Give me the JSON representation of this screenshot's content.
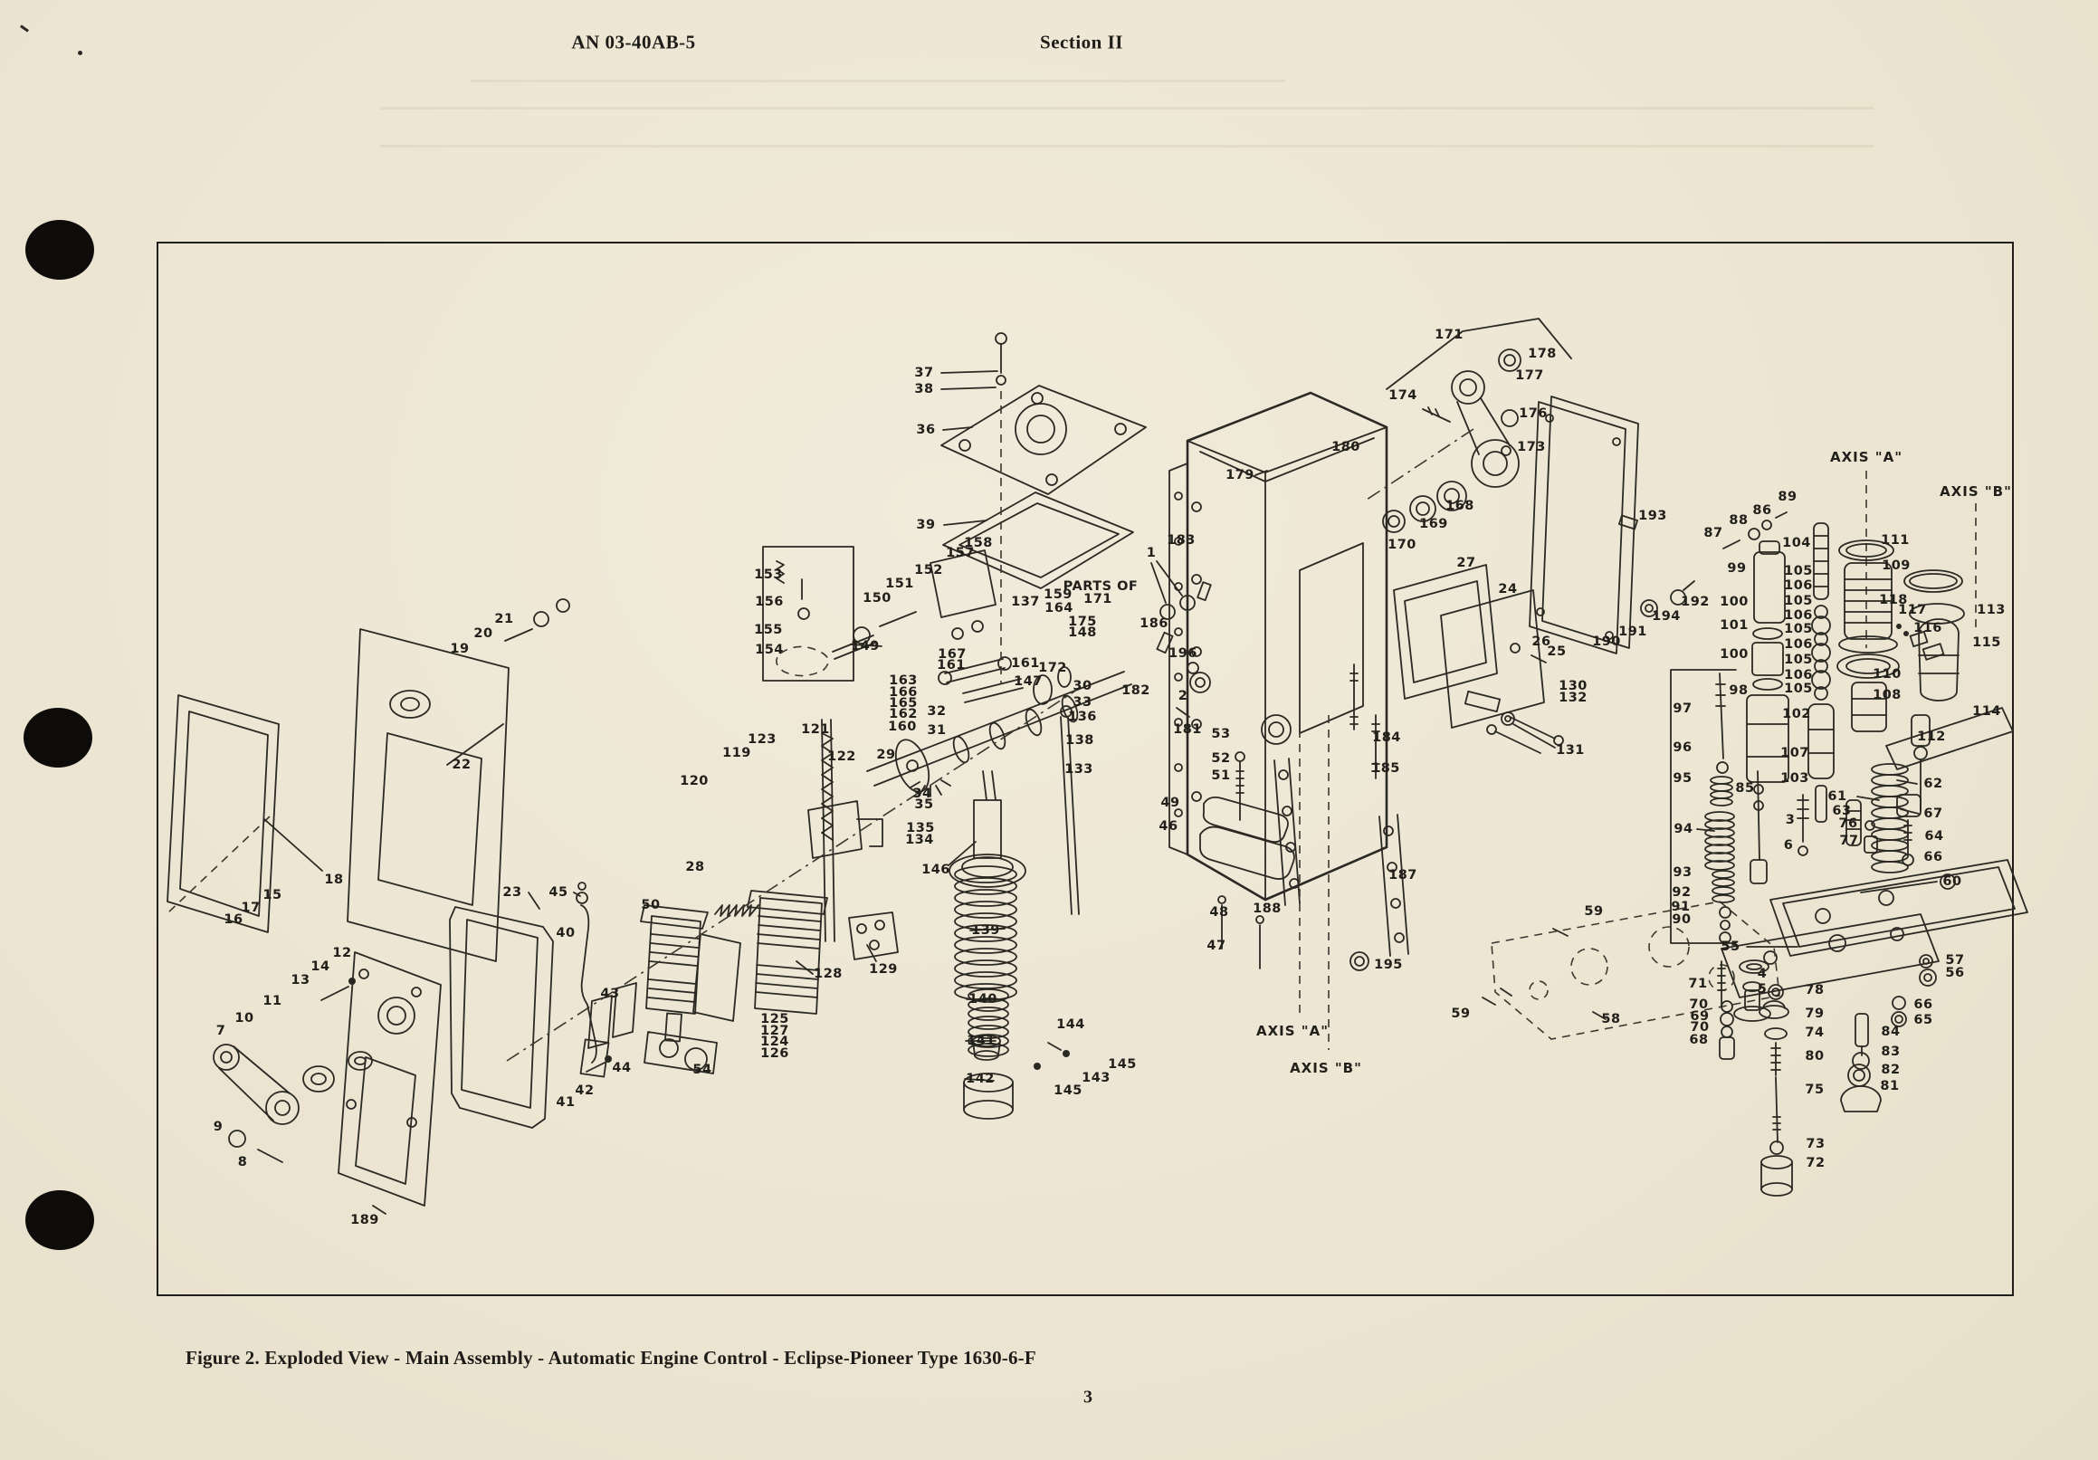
{
  "page": {
    "header_left": "AN 03-40AB-5",
    "header_right": "Section II",
    "caption": "Figure 2. Exploded View - Main Assembly - Automatic Engine Control - Eclipse-Pioneer Type 1630-6-F",
    "page_number": "3"
  },
  "figure": {
    "axis_labels": [
      [
        "AXIS \"A\"",
        2062,
        505
      ],
      [
        "AXIS \"B\"",
        2183,
        543
      ],
      [
        "AXIS \"A\"",
        1428,
        1139
      ],
      [
        "AXIS \"B\"",
        1465,
        1180
      ]
    ],
    "callouts": [
      [
        "37",
        1021,
        412
      ],
      [
        "38",
        1021,
        430
      ],
      [
        "36",
        1023,
        475
      ],
      [
        "39",
        1023,
        580
      ],
      [
        "153",
        849,
        635
      ],
      [
        "156",
        850,
        665
      ],
      [
        "155",
        849,
        696
      ],
      [
        "154",
        850,
        718
      ],
      [
        "149",
        956,
        714
      ],
      [
        "150",
        969,
        661
      ],
      [
        "151",
        994,
        645
      ],
      [
        "152",
        1026,
        630
      ],
      [
        "157",
        1061,
        611
      ],
      [
        "158",
        1081,
        600
      ],
      [
        "137",
        1133,
        665
      ],
      [
        "159",
        1169,
        657
      ],
      [
        "164",
        1170,
        672
      ],
      [
        "PARTS OF",
        1216,
        648
      ],
      [
        "171",
        1213,
        662
      ],
      [
        "175",
        1196,
        687
      ],
      [
        "148",
        1196,
        699
      ],
      [
        "167",
        1052,
        723
      ],
      [
        "161",
        1051,
        735
      ],
      [
        "161",
        1133,
        733
      ],
      [
        "172",
        1163,
        738
      ],
      [
        "147",
        1136,
        753
      ],
      [
        "163",
        998,
        752
      ],
      [
        "166",
        998,
        765
      ],
      [
        "165",
        998,
        777
      ],
      [
        "162",
        998,
        789
      ],
      [
        "160",
        997,
        803
      ],
      [
        "32",
        1035,
        786
      ],
      [
        "31",
        1035,
        807
      ],
      [
        "30",
        1196,
        758
      ],
      [
        "33",
        1196,
        776
      ],
      [
        "136",
        1196,
        792
      ],
      [
        "138",
        1193,
        818
      ],
      [
        "133",
        1192,
        850
      ],
      [
        "29",
        979,
        834
      ],
      [
        "34",
        1019,
        877
      ],
      [
        "35",
        1021,
        889
      ],
      [
        "135",
        1017,
        915
      ],
      [
        "134",
        1016,
        928
      ],
      [
        "146",
        1034,
        961
      ],
      [
        "139",
        1089,
        1028
      ],
      [
        "140",
        1086,
        1104
      ],
      [
        "141",
        1084,
        1150
      ],
      [
        "144",
        1183,
        1132
      ],
      [
        "145",
        1240,
        1176
      ],
      [
        "143",
        1211,
        1191
      ],
      [
        "145",
        1180,
        1205
      ],
      [
        "142",
        1083,
        1192
      ],
      [
        "119",
        814,
        832
      ],
      [
        "123",
        842,
        817
      ],
      [
        "121",
        901,
        806
      ],
      [
        "122",
        930,
        836
      ],
      [
        "120",
        767,
        863
      ],
      [
        "28",
        768,
        958
      ],
      [
        "21",
        557,
        684
      ],
      [
        "20",
        534,
        700
      ],
      [
        "19",
        508,
        717
      ],
      [
        "22",
        510,
        845
      ],
      [
        "18",
        369,
        972
      ],
      [
        "15",
        301,
        989
      ],
      [
        "17",
        277,
        1003
      ],
      [
        "16",
        258,
        1016
      ],
      [
        "12",
        378,
        1053
      ],
      [
        "14",
        354,
        1068
      ],
      [
        "13",
        332,
        1083
      ],
      [
        "11",
        301,
        1106
      ],
      [
        "10",
        270,
        1125
      ],
      [
        "7",
        244,
        1139
      ],
      [
        "9",
        241,
        1245
      ],
      [
        "8",
        268,
        1284
      ],
      [
        "189",
        403,
        1348
      ],
      [
        "23",
        566,
        986
      ],
      [
        "45",
        617,
        986
      ],
      [
        "40",
        625,
        1031
      ],
      [
        "50",
        719,
        1000
      ],
      [
        "43",
        674,
        1098
      ],
      [
        "44",
        687,
        1180
      ],
      [
        "42",
        646,
        1205
      ],
      [
        "41",
        625,
        1218
      ],
      [
        "128",
        915,
        1076
      ],
      [
        "129",
        976,
        1071
      ],
      [
        "125",
        856,
        1126
      ],
      [
        "127",
        856,
        1139
      ],
      [
        "124",
        856,
        1151
      ],
      [
        "126",
        856,
        1164
      ],
      [
        "54",
        776,
        1182
      ],
      [
        "179",
        1370,
        525
      ],
      [
        "180",
        1487,
        494
      ],
      [
        "183",
        1305,
        597
      ],
      [
        "1",
        1272,
        611
      ],
      [
        "186",
        1275,
        689
      ],
      [
        "196",
        1307,
        722
      ],
      [
        "182",
        1255,
        763
      ],
      [
        "2",
        1307,
        769
      ],
      [
        "181",
        1312,
        806
      ],
      [
        "53",
        1349,
        811
      ],
      [
        "52",
        1349,
        838
      ],
      [
        "51",
        1349,
        857
      ],
      [
        "49",
        1293,
        887
      ],
      [
        "46",
        1291,
        913
      ],
      [
        "48",
        1347,
        1008
      ],
      [
        "47",
        1344,
        1045
      ],
      [
        "188",
        1400,
        1004
      ],
      [
        "184",
        1532,
        815
      ],
      [
        "185",
        1531,
        849
      ],
      [
        "187",
        1550,
        967
      ],
      [
        "195",
        1534,
        1066
      ],
      [
        "27",
        1620,
        622
      ],
      [
        "24",
        1666,
        651
      ],
      [
        "26",
        1703,
        709
      ],
      [
        "25",
        1720,
        720
      ],
      [
        "130",
        1738,
        758
      ],
      [
        "132",
        1738,
        771
      ],
      [
        "131",
        1735,
        829
      ],
      [
        "171",
        1601,
        370
      ],
      [
        "178",
        1704,
        391
      ],
      [
        "177",
        1690,
        415
      ],
      [
        "174",
        1550,
        437
      ],
      [
        "176",
        1694,
        457
      ],
      [
        "173",
        1692,
        494
      ],
      [
        "168",
        1613,
        559
      ],
      [
        "169",
        1584,
        579
      ],
      [
        "170",
        1549,
        602
      ],
      [
        "193",
        1826,
        570
      ],
      [
        "192",
        1873,
        665
      ],
      [
        "194",
        1841,
        681
      ],
      [
        "191",
        1804,
        698
      ],
      [
        "190",
        1775,
        709
      ],
      [
        "87",
        1893,
        589
      ],
      [
        "88",
        1921,
        575
      ],
      [
        "86",
        1947,
        564
      ],
      [
        "89",
        1975,
        549
      ],
      [
        "99",
        1919,
        628
      ],
      [
        "100",
        1916,
        665
      ],
      [
        "101",
        1916,
        691
      ],
      [
        "100",
        1916,
        723
      ],
      [
        "98",
        1921,
        763
      ],
      [
        "104",
        1985,
        600
      ],
      [
        "105",
        1987,
        631
      ],
      [
        "106",
        1987,
        647
      ],
      [
        "105",
        1987,
        664
      ],
      [
        "106",
        1987,
        680
      ],
      [
        "105",
        1987,
        695
      ],
      [
        "106",
        1987,
        712
      ],
      [
        "105",
        1987,
        729
      ],
      [
        "106",
        1987,
        746
      ],
      [
        "105",
        1987,
        761
      ],
      [
        "102",
        1985,
        789
      ],
      [
        "107",
        1983,
        832
      ],
      [
        "103",
        1983,
        860
      ],
      [
        "111",
        2094,
        597
      ],
      [
        "109",
        2095,
        625
      ],
      [
        "118",
        2092,
        663
      ],
      [
        "117",
        2113,
        674
      ],
      [
        "116",
        2130,
        694
      ],
      [
        "110",
        2085,
        745
      ],
      [
        "108",
        2085,
        768
      ],
      [
        "113",
        2200,
        674
      ],
      [
        "115",
        2195,
        710
      ],
      [
        "114",
        2195,
        786
      ],
      [
        "112",
        2134,
        814
      ],
      [
        "97",
        1859,
        783
      ],
      [
        "96",
        1859,
        826
      ],
      [
        "95",
        1859,
        860
      ],
      [
        "85",
        1928,
        871
      ],
      [
        "94",
        1860,
        916
      ],
      [
        "93",
        1859,
        964
      ],
      [
        "92",
        1858,
        986
      ],
      [
        "91",
        1857,
        1002
      ],
      [
        "90",
        1858,
        1016
      ],
      [
        "3",
        1978,
        906
      ],
      [
        "6",
        1976,
        934
      ],
      [
        "61",
        2030,
        880
      ],
      [
        "63",
        2035,
        896
      ],
      [
        "76",
        2042,
        910
      ],
      [
        "77",
        2043,
        929
      ],
      [
        "62",
        2136,
        866
      ],
      [
        "67",
        2136,
        899
      ],
      [
        "64",
        2137,
        924
      ],
      [
        "66",
        2136,
        947
      ],
      [
        "60",
        2157,
        974
      ],
      [
        "55",
        1912,
        1046
      ],
      [
        "57",
        2160,
        1061
      ],
      [
        "56",
        2160,
        1075
      ],
      [
        "4",
        1947,
        1076
      ],
      [
        "71",
        1876,
        1087
      ],
      [
        "5",
        1947,
        1093
      ],
      [
        "78",
        2005,
        1094
      ],
      [
        "70",
        1877,
        1110
      ],
      [
        "69",
        1878,
        1123
      ],
      [
        "79",
        2005,
        1120
      ],
      [
        "70",
        1878,
        1135
      ],
      [
        "68",
        1877,
        1149
      ],
      [
        "66",
        2125,
        1110
      ],
      [
        "65",
        2125,
        1127
      ],
      [
        "74",
        2005,
        1141
      ],
      [
        "84",
        2089,
        1140
      ],
      [
        "80",
        2005,
        1167
      ],
      [
        "83",
        2089,
        1162
      ],
      [
        "82",
        2089,
        1182
      ],
      [
        "81",
        2088,
        1200
      ],
      [
        "75",
        2005,
        1204
      ],
      [
        "73",
        2006,
        1264
      ],
      [
        "72",
        2006,
        1285
      ],
      [
        "59",
        1761,
        1007
      ],
      [
        "59",
        1614,
        1120
      ],
      [
        "58",
        1780,
        1126
      ]
    ]
  }
}
